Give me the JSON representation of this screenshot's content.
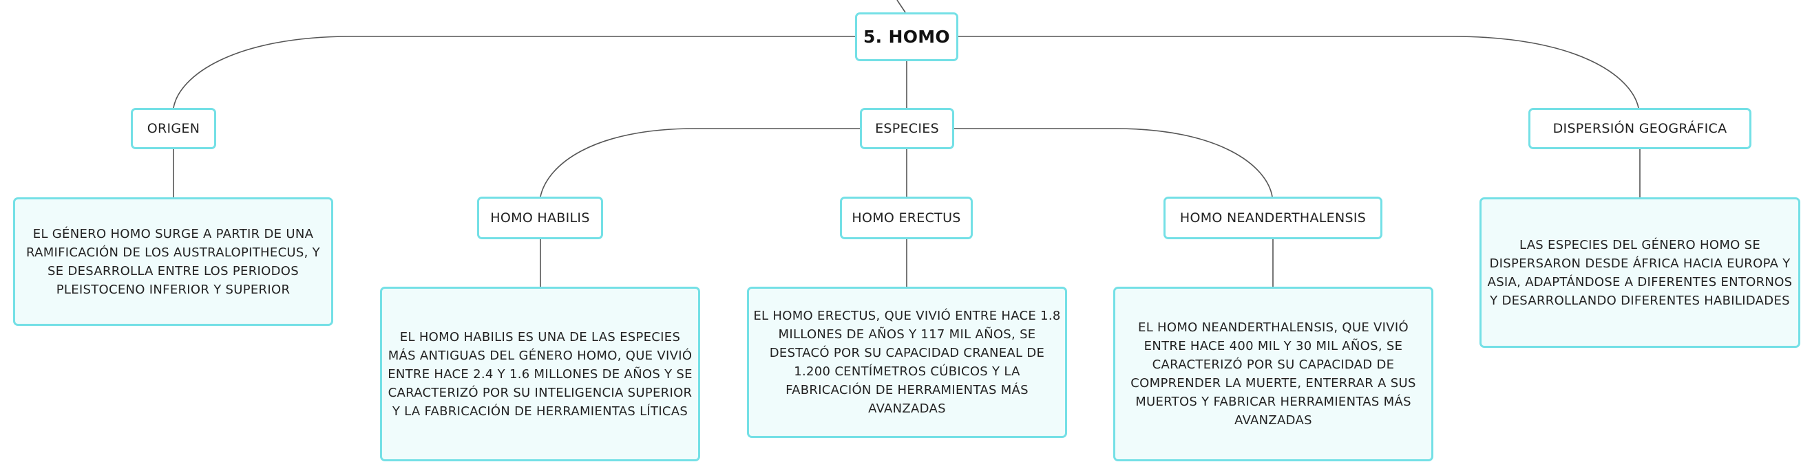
{
  "colors": {
    "node_border": "#74e0e6",
    "detail_fill": "#f0fcfc",
    "connector": "#555555"
  },
  "map": {
    "root": "5. HOMO",
    "origen": {
      "label": "ORIGEN",
      "detail": "EL GÉNERO HOMO SURGE A PARTIR DE UNA RAMIFICACIÓN DE LOS AUSTRALOPITHECUS, Y SE DESARROLLA ENTRE LOS PERIODOS PLEISTOCENO INFERIOR Y SUPERIOR"
    },
    "especies": {
      "label": "ESPECIES",
      "habilis": {
        "label": "HOMO HABILIS",
        "detail": "EL HOMO HABILIS ES UNA DE LAS ESPECIES MÁS ANTIGUAS DEL GÉNERO HOMO, QUE VIVIÓ ENTRE HACE 2.4 Y 1.6 MILLONES DE AÑOS Y SE CARACTERIZÓ POR SU INTELIGENCIA SUPERIOR Y LA FABRICACIÓN DE HERRAMIENTAS LÍTICAS"
      },
      "erectus": {
        "label": "HOMO ERECTUS",
        "detail": "EL HOMO ERECTUS, QUE VIVIÓ ENTRE HACE 1.8 MILLONES DE AÑOS Y 117 MIL AÑOS, SE DESTACÓ POR SU CAPACIDAD CRANEAL DE 1.200 CENTÍMETROS CÚBICOS Y LA FABRICACIÓN DE HERRAMIENTAS MÁS AVANZADAS"
      },
      "neanderthalensis": {
        "label": "HOMO NEANDERTHALENSIS",
        "detail": "EL HOMO NEANDERTHALENSIS, QUE VIVIÓ ENTRE HACE 400 MIL Y 30 MIL AÑOS, SE CARACTERIZÓ POR SU CAPACIDAD DE COMPRENDER LA MUERTE, ENTERRAR A SUS MUERTOS Y FABRICAR HERRAMIENTAS MÁS AVANZADAS"
      }
    },
    "dispersion": {
      "label": "DISPERSIÓN GEOGRÁFICA",
      "detail": "LAS ESPECIES DEL GÉNERO HOMO SE DISPERSARON DESDE ÁFRICA HACIA EUROPA Y ASIA, ADAPTÁNDOSE A DIFERENTES ENTORNOS Y DESARROLLANDO DIFERENTES HABILIDADES"
    }
  }
}
